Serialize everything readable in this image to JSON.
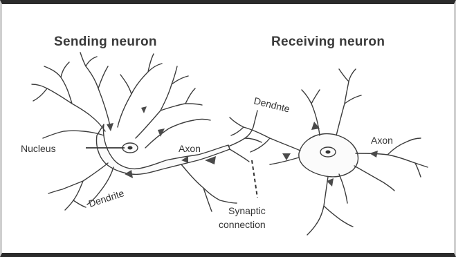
{
  "titles": {
    "sending": "Sending neuron",
    "receiving": "Receiving neuron"
  },
  "labels": {
    "nucleus": "Nucleus",
    "axon_sending": "Axon",
    "dendrite_sending": "Dendrite",
    "dendrite_receiving": "Dendnte",
    "axon_receiving": "Axon",
    "synaptic_line1": "Synaptic",
    "synaptic_line2": "connection"
  },
  "colors": {
    "stroke": "#3c3c3c",
    "text": "#333333",
    "frame_top_bottom": "#2b2b2b"
  }
}
